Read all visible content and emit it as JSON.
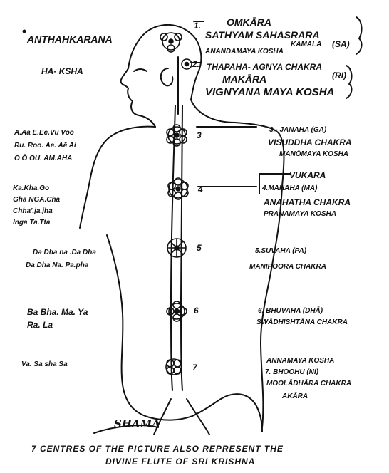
{
  "left_labels": {
    "antahkarana": "ANTHAHKARANA",
    "haksha": "HA- KSHA",
    "vowels_1": "A.Aā  E.Ee.Vu Voo",
    "vowels_2": "Ru. Roo. Ae. Aē Ai",
    "vowels_3": "O Ō OU. AM.AHA",
    "ka_1": "Ka.Kha.Go",
    "ka_2": "Gha NGA.Cha",
    "ka_3": "Chha'.ja.jha",
    "ka_4": "Inga Ta.Tta",
    "da_1": "Da Dha na .Da Dha",
    "da_2": "Da Dha Na. Pa.pha",
    "ba_1": "Ba Bha. Ma. Ya",
    "ba_2": "Ra. La",
    "va_1": "Va. Sa sha Sa"
  },
  "right_labels": {
    "c1_num": "1.",
    "c1_title": "OMKĀRA",
    "c1_a": "SATHYAM SAHASRARA",
    "c1_b": "KAMALA",
    "c1_note": "(SA)",
    "c1_kosha": "ANANDAMAYA KOSHA",
    "c2_num": "2.",
    "c2_a": "THAPAHA- AGNYA CHAKRA",
    "c2_b": "MAKĀRA",
    "c2_note": "(RI)",
    "c2_kosha": "VIGNYANA MAYA KOSHA",
    "c3_a": "3.- JANAHA  (GA)",
    "c3_b": "VISUDDHA CHAKRA",
    "c3_kosha": "MANŌMAYA KOSHA",
    "c4_vukara": "VUKARA",
    "c4_a": "4.MAHAHA   (MA)",
    "c4_b": "ANAHATHA CHAKRA",
    "c4_kosha": "PRANAMAYA KOSHA",
    "c5_a": "5.SUVAHA  (PA)",
    "c5_b": "MANIPOORA CHAKRA",
    "c6_a": "6. BHUVAHA (DHĀ)",
    "c6_b": "SWĀDHISHTĀNA CHAKRA",
    "c7_kosha": "ANNAMAYA KOSHA",
    "c7_a": "7. BHOOHU   (NI)",
    "c7_b": "MOOLĀDHĀRA CHAKRA",
    "c7_c": "AKĀRA"
  },
  "spine_numbers": [
    "3",
    "4",
    "5",
    "6",
    "7"
  ],
  "signature": "SHAMA",
  "caption_1": "7 CENTRES OF THE PICTURE ALSO REPRESENT THE",
  "caption_2": "DIVINE FLUTE OF SRI KRISHNA",
  "ink_color": "#111111"
}
